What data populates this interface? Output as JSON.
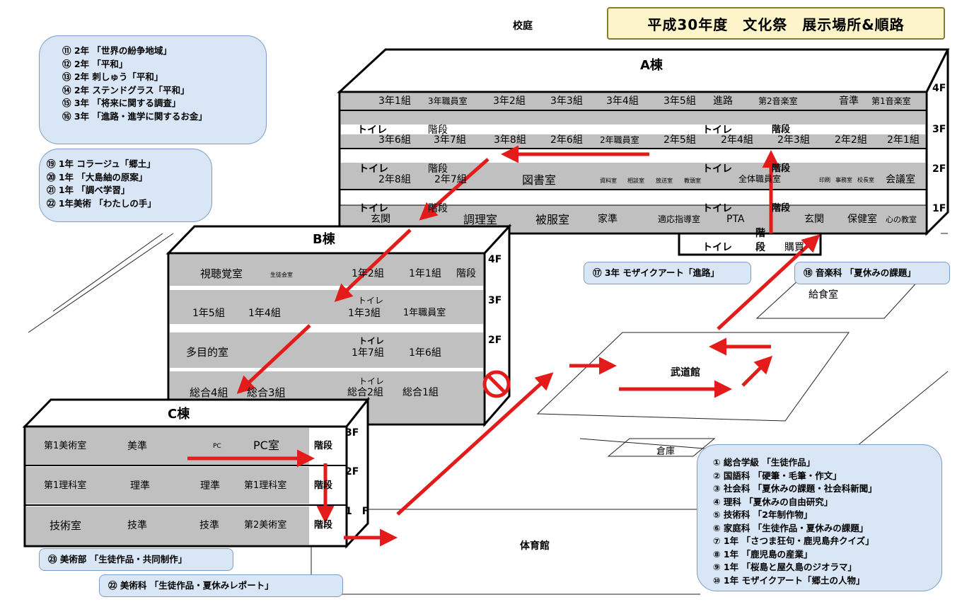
{
  "title": "平成30年度　文化祭　展示場所&順路",
  "labels": {
    "courtyard": "校庭",
    "a_wing": "A棟",
    "b_wing": "B棟",
    "c_wing": "C棟",
    "budokan": "武道館",
    "gym": "体育館",
    "storage": "倉庫",
    "kitchen": "給食室"
  },
  "floors": {
    "f4": "4F",
    "f3": "3F",
    "f2": "2F",
    "f1": "1F",
    "c1": "1　F"
  },
  "a_rooms": {
    "r4": [
      "3年1組",
      "3年職員室",
      "3年2組",
      "3年3組",
      "3年4組",
      "3年5組",
      "進路",
      "第2音楽室",
      "音準",
      "第1音楽室"
    ],
    "r3": [
      "トイレ",
      "階段",
      "3年6組",
      "3年7組",
      "3年8組",
      "2年6組",
      "2年職員室",
      "2年5組",
      "2年4組",
      "2年3組",
      "2年2組",
      "2年1組",
      "トイレ",
      "階段"
    ],
    "r2": [
      "トイレ",
      "階段",
      "2年8組",
      "2年7組",
      "図書室",
      "資料室",
      "相談室",
      "放送室",
      "教頭室",
      "全体職員室",
      "印刷",
      "事務室",
      "校長室",
      "会議室",
      "トイレ",
      "階段"
    ],
    "r1": [
      "トイレ",
      "階段",
      "玄関",
      "調理室",
      "被服室",
      "家準",
      "適応指導室",
      "PTA",
      "玄関",
      "保健室",
      "心の教室",
      "トイレ",
      "階段"
    ],
    "r0": [
      "階",
      "段",
      "トイレ",
      "購買"
    ]
  },
  "b_rooms": {
    "r4": [
      "視聴覚室",
      "生徒会室",
      "1年2組",
      "1年1組",
      "階段"
    ],
    "r3": [
      "1年5組",
      "1年4組",
      "トイレ",
      "1年3組",
      "1年職員室"
    ],
    "r2": [
      "多目的室",
      "トイレ",
      "1年7組",
      "1年6組"
    ],
    "r1": [
      "総合4組",
      "総合3組",
      "トイレ",
      "総合2組",
      "総合1組"
    ]
  },
  "c_rooms": {
    "r3": [
      "第1美術室",
      "美準",
      "PC",
      "PC室",
      "階段"
    ],
    "r2": [
      "第1理科室",
      "理準",
      "理準",
      "第1理科室",
      "階段"
    ],
    "r1": [
      "技術室",
      "技準",
      "技準",
      "第2美術室",
      "階段"
    ]
  },
  "callouts": {
    "a_left": [
      "⑪ 2年 「世界の紛争地域」",
      "⑫ 2年 「平和」",
      "⑬ 2年 刺しゅう「平和」",
      "⑭ 2年 ステンドグラス「平和」",
      "⑮ 3年 「将来に関する調査」",
      "⑯ 3年 「進路・進学に関するお金」"
    ],
    "b_left": [
      "⑲ 1年 コラージュ「郷土」",
      "⑳ 1年 「大島紬の原案」",
      "㉑ 1年 「調べ学習」",
      "㉒ 1年美術 「わたしの手」"
    ],
    "budokan": [
      "① 総合学級 「生徒作品」",
      "② 国語科 「硬筆・毛筆・作文」",
      "③ 社会科 「夏休みの課題・社会科新聞」",
      "④ 理科 「夏休みの自由研究」",
      "⑤ 技術科 「2年制作物」",
      "⑥ 家庭科 「生徒作品・夏休みの課題」",
      "⑦ 1年 「さつま狂句・鹿児島弁クイズ」",
      "⑧ 1年 「鹿児島の産業」",
      "⑨ 1年 「桜島と屋久島のジオラマ」",
      "⑩ 1年 モザイクアート「郷土の人物」"
    ],
    "a17": "⑰ 3年 モザイクアート「進路」",
    "a18": "⑱ 音楽科 「夏休みの課題」",
    "c23": "㉓ 美術部 「生徒作品・共同制作」",
    "c22": "㉒ 美術科 「生徒作品・夏休みレポート」"
  },
  "colors": {
    "room": "#c0c0c0",
    "arrow": "#e31b1b",
    "callout": "#d9e6f5",
    "banner": "#fdf5c9"
  }
}
